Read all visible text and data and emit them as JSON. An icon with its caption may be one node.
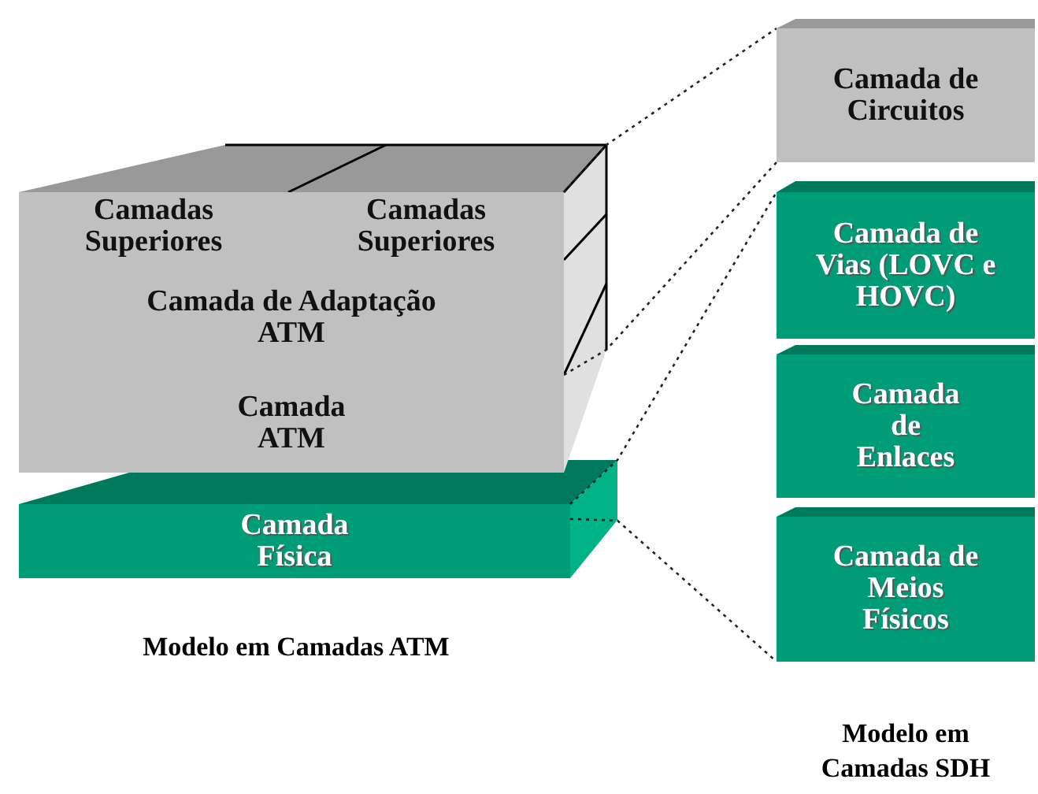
{
  "diagram": {
    "nodes": [
      {
        "text": [
          "Camadas Superiores"
        ]
      },
      {
        "text": [
          "Camadas Superiores"
        ]
      },
      {
        "text": [
          "Camada de Adaptação ATM"
        ]
      },
      {
        "text": [
          "Camada ATM"
        ]
      },
      {
        "text": [
          "Camada Física"
        ]
      },
      {
        "text": [
          "Camada de Circuitos"
        ]
      },
      {
        "text": [
          "Camada de Vias (LOVC e HOVC)"
        ]
      },
      {
        "text": [
          "Camada de Enlaces"
        ]
      },
      {
        "text": [
          "Camada de Meios Físicos"
        ]
      }
    ],
    "edges": [
      {
        "from": 1,
        "to": 5,
        "arrow": "none",
        "style": "dashed"
      },
      {
        "from": 2,
        "to": 5,
        "arrow": "none",
        "style": "dashed"
      },
      {
        "from": 4,
        "to": 6,
        "arrow": "none",
        "style": "dashed"
      },
      {
        "from": 4,
        "to": 8,
        "arrow": "none",
        "style": "dashed"
      }
    ],
    "labels": [
      "Modelo em Camadas ATM",
      "Modelo em Camadas SDH"
    ]
  }
}
